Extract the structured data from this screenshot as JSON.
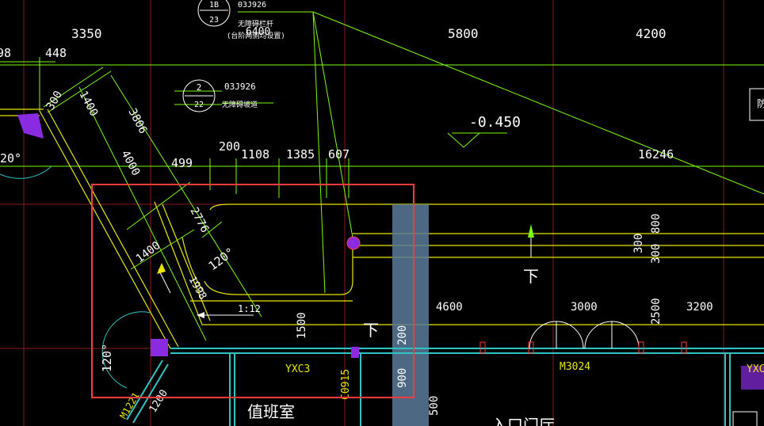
{
  "colors": {
    "background": "#000000",
    "grid": "#8b1a1a",
    "dimension": "#7CFC00",
    "wall": "#e8e800",
    "column": "#5a7a9a",
    "door": "#2ec4c4",
    "selection": "#ff3b3b",
    "marker": "#8a2be2",
    "text_white": "#ffffff"
  },
  "axis_dims": {
    "d1": "3350",
    "d2": "5800",
    "d3": "4200",
    "d4": "448",
    "d5": "98"
  },
  "callouts": {
    "top": {
      "num": "1B",
      "sheet": "23",
      "ref": "03J926",
      "desc": "无障碍栏杆",
      "desc2": "(台阶两侧均设置)",
      "partial": "6400"
    },
    "ramp": {
      "num": "2",
      "sheet": "22",
      "ref": "03J926",
      "desc": "无障碍坡道"
    }
  },
  "elevation": "-0.450",
  "dims": {
    "d16246": "16246",
    "d499": "499",
    "d200": "200",
    "d1108": "1108",
    "d1385": "1385",
    "d607": "607",
    "d1400a": "1400",
    "d300a": "300",
    "d3806": "3806",
    "d4000": "4000",
    "d2776": "2776",
    "d1400b": "1400",
    "d1998": "1998",
    "d120a": "120°",
    "d120b": "120°",
    "d120c": "20°",
    "slope": "1:12",
    "d1500": "1500",
    "d200v": "200",
    "d900": "900",
    "d500": "500",
    "d800": "800",
    "d300b": "300",
    "d300c": "300",
    "d4600": "4600",
    "d3000": "3000",
    "d2500": "2500",
    "d3200": "3200",
    "d1200": "1200"
  },
  "labels": {
    "down1": "下",
    "down2": "下",
    "yxc3": "YXC3",
    "c0915": "C0915",
    "m3024": "M3024",
    "m1221": "M1221",
    "yxc_r": "YXC",
    "duty": "值班室",
    "lobby": "入口门厅",
    "right_edge": "防"
  }
}
